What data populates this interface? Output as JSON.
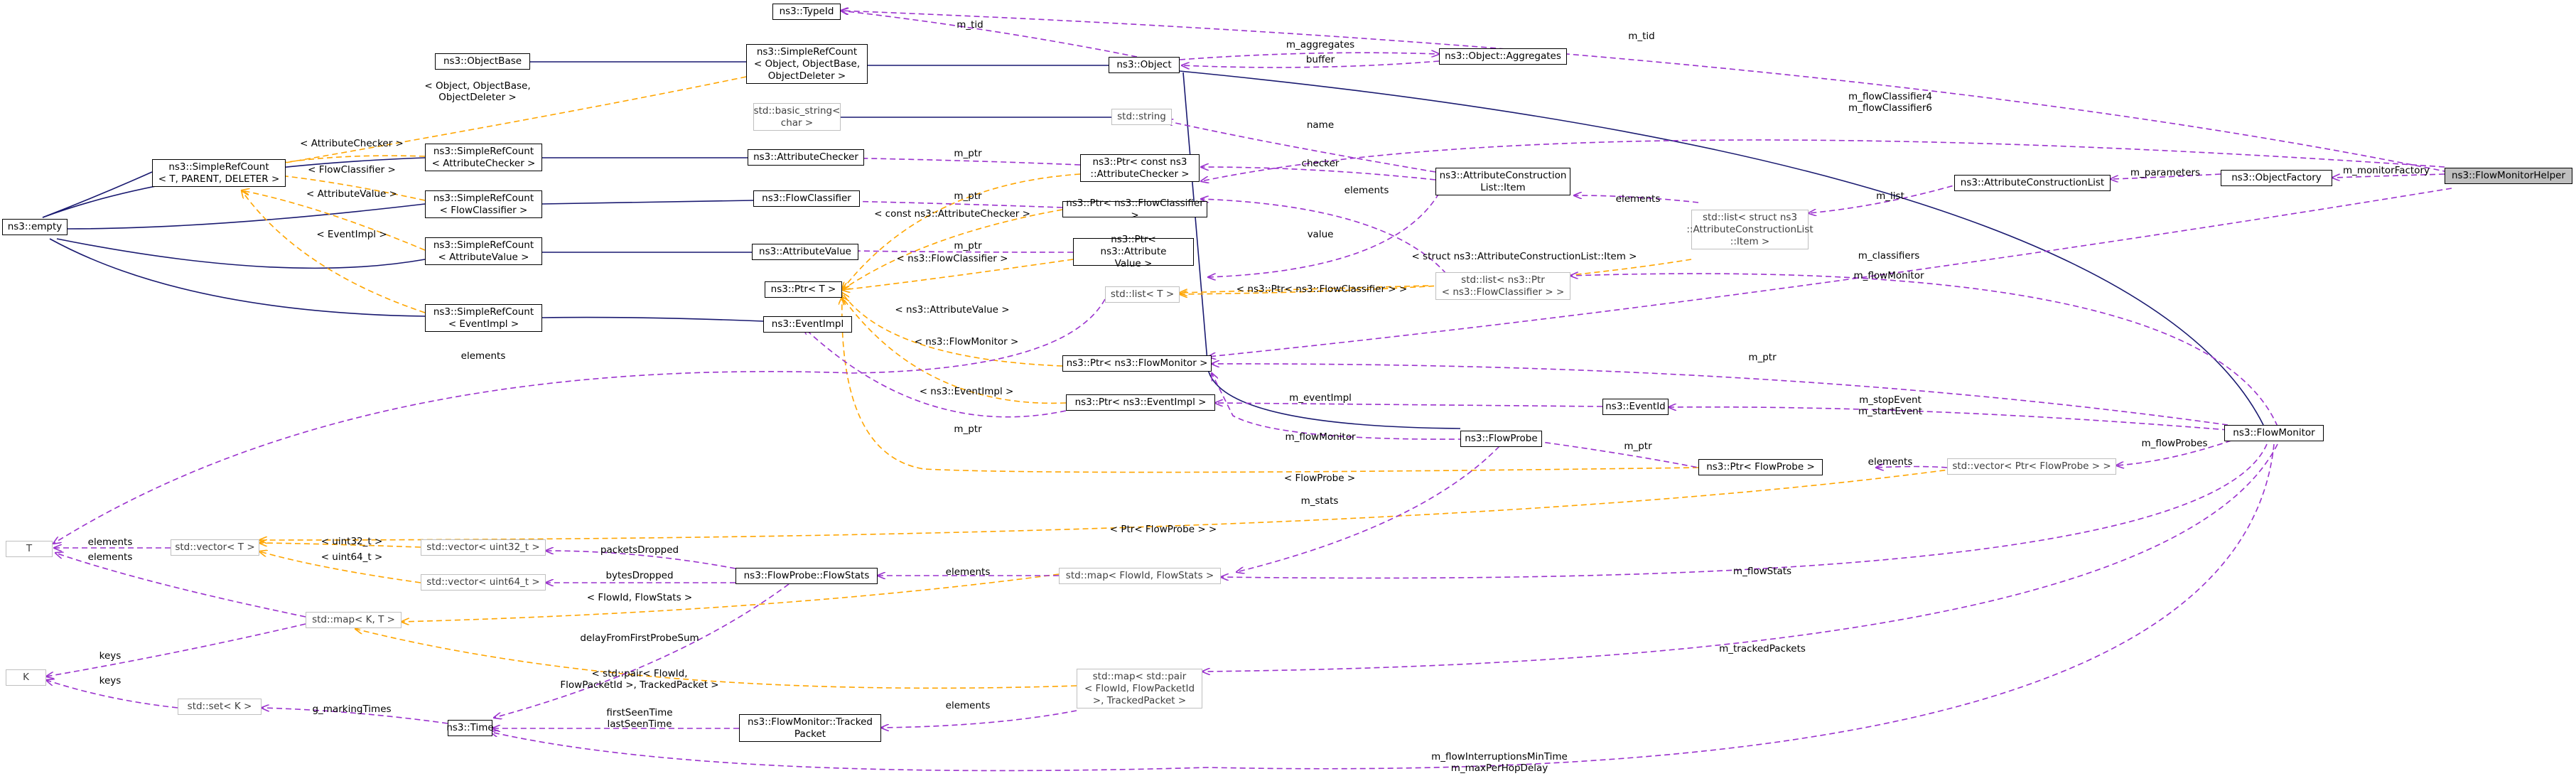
{
  "colors": {
    "inheritance": "#191970",
    "usage": "#9a32cd",
    "template": "#ffa500",
    "undocumented_border": "#bfbfbf",
    "selected_fill": "#bfbfbf"
  },
  "nodes": {
    "typeid": "ns3::TypeId",
    "object": "ns3::Object",
    "objectbase": "ns3::ObjectBase",
    "src_object": "ns3::SimpleRefCount\n< Object, ObjectBase,\nObjectDeleter >",
    "aggregates": "ns3::Object::Aggregates",
    "empty": "ns3::empty",
    "src_generic": "ns3::SimpleRefCount\n< T, PARENT, DELETER >",
    "src_attrchecker": "ns3::SimpleRefCount\n< AttributeChecker >",
    "src_flowclassifier": "ns3::SimpleRefCount\n< FlowClassifier >",
    "src_attrvalue": "ns3::SimpleRefCount\n< AttributeValue >",
    "src_eventimpl": "ns3::SimpleRefCount\n< EventImpl >",
    "basic_string": "std::basic_string<\nchar >",
    "std_string": "std::string",
    "attributechecker": "ns3::AttributeChecker",
    "flowclassifier": "ns3::FlowClassifier",
    "attributevalue": "ns3::AttributeValue",
    "eventimpl": "ns3::EventImpl",
    "ptr_t": "ns3::Ptr< T >",
    "ptr_attrchecker": "ns3::Ptr< const ns3\n::AttributeChecker >",
    "ptr_flowclassifier": "ns3::Ptr< ns3::FlowClassifier >",
    "ptr_attrvalue": "ns3::Ptr< ns3::Attribute\nValue >",
    "list_t": "std::list< T >",
    "ptr_flowmonitor": "ns3::Ptr< ns3::FlowMonitor >",
    "ptr_eventimpl": "ns3::Ptr< ns3::EventImpl >",
    "acl_item": "ns3::AttributeConstruction\nList::Item",
    "list_acl_item": "std::list< struct ns3\n::AttributeConstructionList\n::Item >",
    "list_ptr_fc": "std::list< ns3::Ptr\n< ns3::FlowClassifier > >",
    "acl": "ns3::AttributeConstructionList",
    "objectfactory": "ns3::ObjectFactory",
    "helper": "ns3::FlowMonitorHelper",
    "eventid": "ns3::EventId",
    "flowprobe": "ns3::FlowProbe",
    "ptr_flowprobe": "ns3::Ptr< FlowProbe >",
    "vector_ptr_fp": "std::vector< Ptr< FlowProbe > >",
    "flowmonitor": "ns3::FlowMonitor",
    "T": "T",
    "vector_t": "std::vector< T >",
    "vector_u32": "std::vector< uint32_t >",
    "vector_u64": "std::vector< uint64_t >",
    "flowstats": "ns3::FlowProbe::FlowStats",
    "map_flowstats": "std::map< FlowId, FlowStats >",
    "map_kt": "std::map< K, T >",
    "K": "K",
    "set_k": "std::set< K >",
    "time": "ns3::Time",
    "tracked_packet": "ns3::FlowMonitor::Tracked\nPacket",
    "map_pair": "std::map< std::pair\n< FlowId, FlowPacketId\n>, TrackedPacket >"
  },
  "labels": {
    "m_tid_top": "m_tid",
    "m_tid_right": "m_tid",
    "m_aggregates": "m_aggregates",
    "buffer": "buffer",
    "tpl_object": "< Object, ObjectBase,\nObjectDeleter >",
    "tpl_attrchecker": "< AttributeChecker >",
    "tpl_flowclassifier": "< FlowClassifier >",
    "tpl_attrvalue": "< AttributeValue >",
    "tpl_eventimpl": "< EventImpl >",
    "name": "name",
    "checker": "checker",
    "value": "value",
    "m_ptr_checker": "m_ptr",
    "m_ptr_fc": "m_ptr",
    "m_ptr_value": "m_ptr",
    "tpl_const_checker": "< const ns3::AttributeChecker >",
    "tpl_fc": "< ns3::FlowClassifier >",
    "tpl_attr_value": "< ns3::AttributeValue >",
    "tpl_flowmonitor": "< ns3::FlowMonitor >",
    "tpl_event_impl": "< ns3::EventImpl >",
    "elements_list": "elements",
    "elements_acl": "elements",
    "tpl_struct_item": "< struct ns3::AttributeConstructionList::Item >",
    "tpl_ptr_fc": "< ns3::Ptr< ns3::FlowClassifier > >",
    "m_flowclassifier": "m_flowClassifier4\nm_flowClassifier6",
    "m_list": "m_list",
    "m_parameters": "m_parameters",
    "m_monitorfactory": "m_monitorFactory",
    "m_classifiers": "m_classifiers",
    "m_flowmonitor_helper": "m_flowMonitor",
    "m_ptr_monitor": "m_ptr",
    "m_eventimpl": "m_eventImpl",
    "m_ptr_eventimpl": "m_ptr",
    "m_stopevent": "m_stopEvent\nm_startEvent",
    "m_flowmonitor_probe": "m_flowMonitor",
    "m_ptr_probe": "m_ptr",
    "elements_probe": "elements",
    "m_flowprobes": "m_flowProbes",
    "tpl_flowprobe": "< FlowProbe >",
    "tpl_ptr_flowprobe": "< Ptr< FlowProbe > >",
    "m_stats": "m_stats",
    "elements_vector": "elements",
    "tpl_u32": "< uint32_t >",
    "tpl_u64": "< uint64_t >",
    "packetsdropped": "packetsDropped",
    "bytesdropped": "bytesDropped",
    "elements_map": "elements",
    "m_flowstats": "m_flowStats",
    "tpl_flowid": "< FlowId, FlowStats >",
    "elements_map_t": "elements",
    "keys_map": "keys",
    "delayfromfirst": "delayFromFirstProbeSum",
    "tpl_pair": "< std::pair< FlowId,\nFlowPacketId >, TrackedPacket >",
    "keys_set": "keys",
    "g_markingtimes": "g_markingTimes",
    "firstseen": "firstSeenTime\nlastSeenTime",
    "elements_pair": "elements",
    "m_trackedpackets": "m_trackedPackets",
    "m_interruptions": "m_flowInterruptionsMinTime\nm_maxPerHopDelay",
    "elements_T": "elements"
  }
}
